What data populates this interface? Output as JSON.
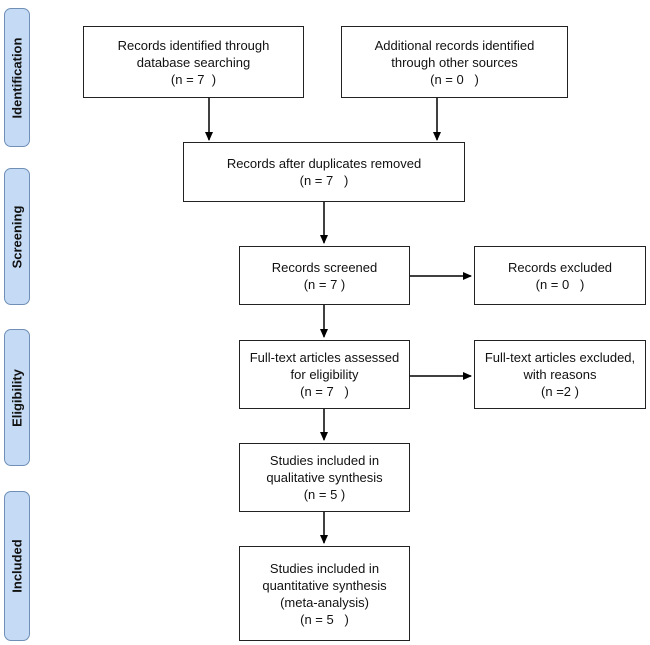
{
  "phases": [
    "Identification",
    "Screening",
    "Eligibility",
    "Included"
  ],
  "boxes": {
    "db_search": [
      "Records identified through",
      "database searching",
      "(n = 7  )"
    ],
    "other_sources": [
      "Additional records identified",
      "through other sources",
      "(n = 0   )"
    ],
    "duplicates": [
      "Records after duplicates removed",
      "(n = 7   )"
    ],
    "screened": [
      "Records screened",
      "(n = 7 )"
    ],
    "excluded": [
      "Records excluded",
      "(n = 0   )"
    ],
    "fulltext": [
      "Full-text articles assessed",
      "for eligibility",
      "(n = 7   )"
    ],
    "fulltext_excluded": [
      "Full-text articles excluded,",
      "with reasons",
      "(n =2 )"
    ],
    "qualitative": [
      "Studies included in",
      "qualitative synthesis",
      "(n = 5 )"
    ],
    "quantitative": [
      "Studies included in",
      "quantitative synthesis",
      "(meta-analysis)",
      "(n = 5   )"
    ]
  }
}
